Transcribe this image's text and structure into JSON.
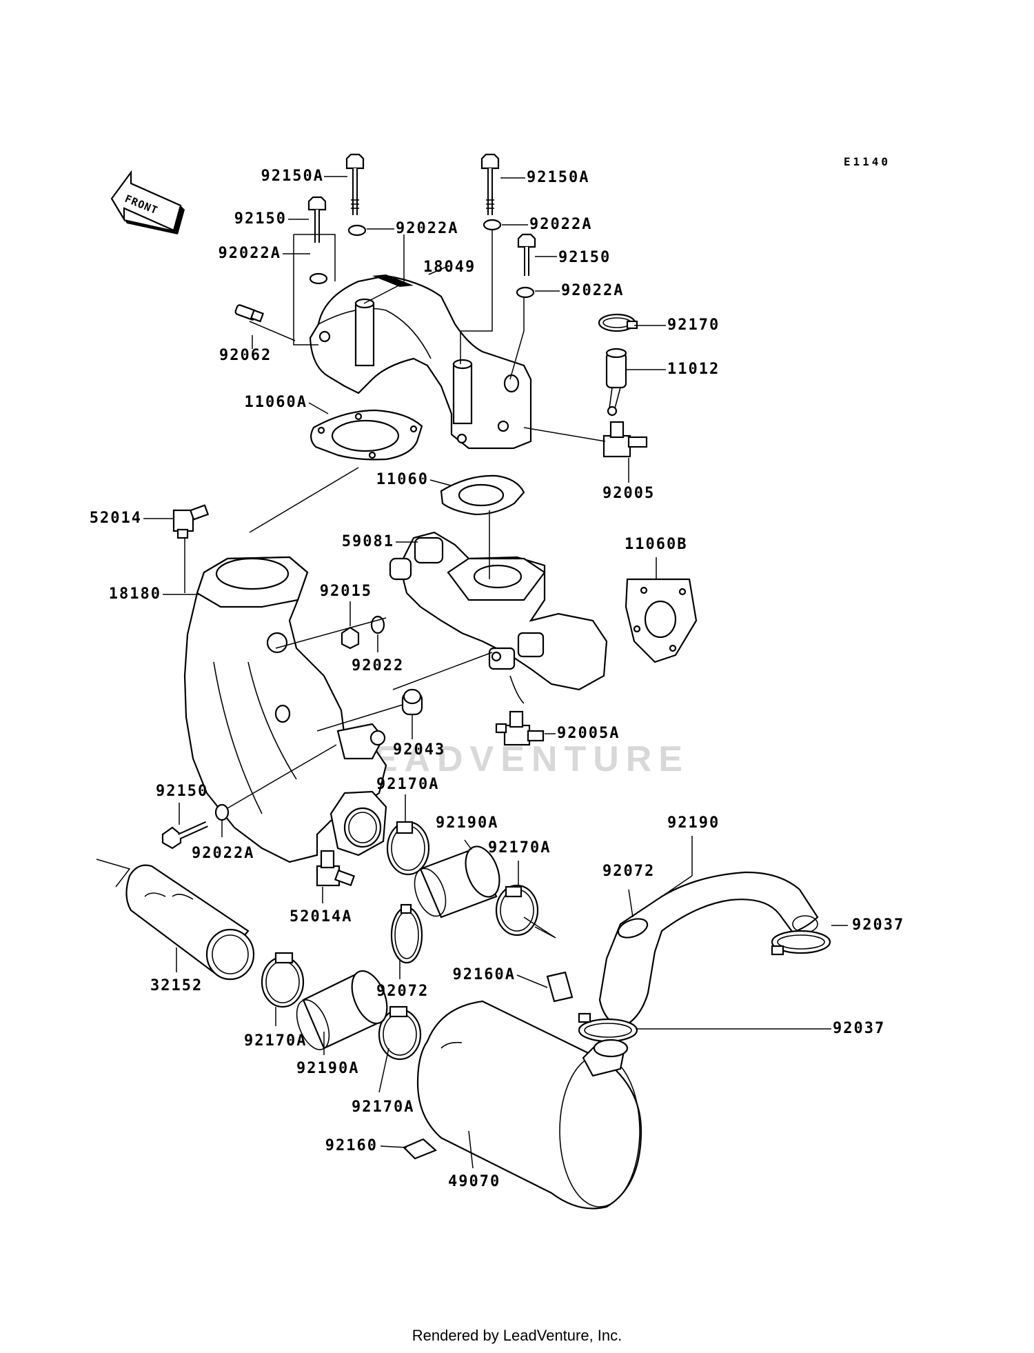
{
  "diagram_code": "E1140",
  "front_label": "FRONT",
  "watermark": "LEADVENTURE",
  "footer": "Rendered by LeadVenture, Inc.",
  "callouts": {
    "c92150A_left": "92150A",
    "c92150A_right": "92150A",
    "c92150_top_left": "92150",
    "c92022A_top": "92022A",
    "c92022A_top_right": "92022A",
    "c92022A_left": "92022A",
    "c92150_top_right": "92150",
    "c18049": "18049",
    "c92022A_right": "92022A",
    "c92062": "92062",
    "c92170": "92170",
    "c11012": "11012",
    "c11060A": "11060A",
    "c92005": "92005",
    "c11060": "11060",
    "c52014": "52014",
    "c59081": "59081",
    "c11060B": "11060B",
    "c92015": "92015",
    "c18180": "18180",
    "c92022": "92022",
    "c92005A": "92005A",
    "c92043": "92043",
    "c92150_bottom": "92150",
    "c92170A_top": "92170A",
    "c92190": "92190",
    "c92190A_top": "92190A",
    "c92022A_bottom": "92022A",
    "c92170A_mid": "92170A",
    "c92072_right": "92072",
    "c52014A": "52014A",
    "c92037_right": "92037",
    "c32152": "32152",
    "c92072_mid": "92072",
    "c92160A": "92160A",
    "c92037_bottom": "92037",
    "c92170A_low_left": "92170A",
    "c92190A_low": "92190A",
    "c92170A_bottom": "92170A",
    "c92160": "92160",
    "c49070": "49070"
  }
}
